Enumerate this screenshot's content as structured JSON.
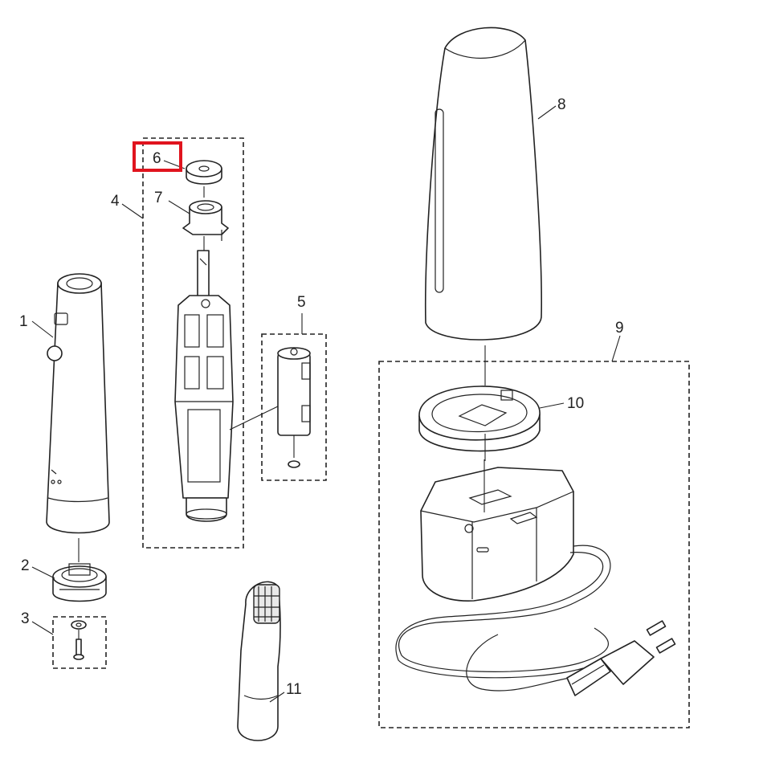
{
  "diagram": {
    "callouts": [
      {
        "id": "1",
        "text": "1"
      },
      {
        "id": "2",
        "text": "2"
      },
      {
        "id": "3",
        "text": "3"
      },
      {
        "id": "4",
        "text": "4"
      },
      {
        "id": "5",
        "text": "5"
      },
      {
        "id": "6",
        "text": "6"
      },
      {
        "id": "7",
        "text": "7"
      },
      {
        "id": "8",
        "text": "8"
      },
      {
        "id": "9",
        "text": "9"
      },
      {
        "id": "10",
        "text": "10"
      },
      {
        "id": "11",
        "text": "11"
      }
    ],
    "highlight": {
      "target": "6",
      "color": "#e0141e"
    },
    "colors": {
      "line": "#222222",
      "background": "#ffffff",
      "fill": "#ffffff"
    }
  }
}
